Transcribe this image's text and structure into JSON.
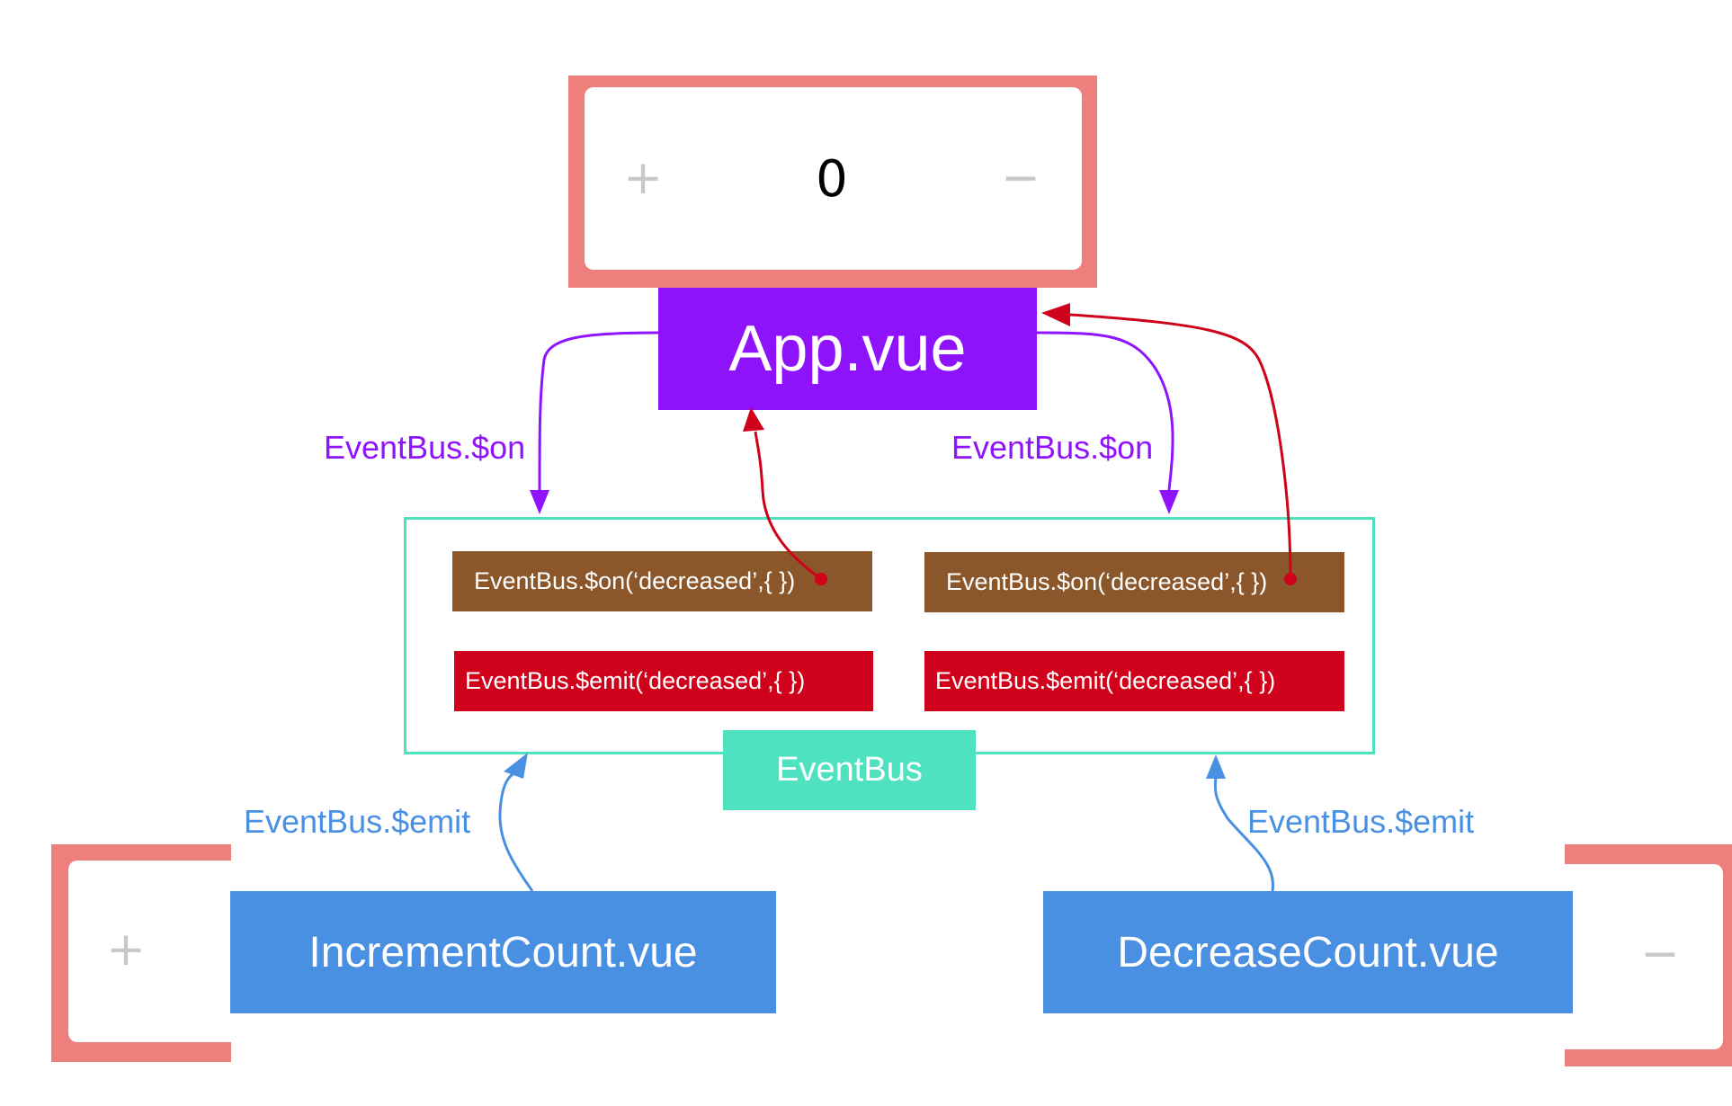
{
  "app_counter": {
    "plus_symbol": "+",
    "count": "0",
    "minus_symbol": "−"
  },
  "app_component": {
    "label": "App.vue"
  },
  "event_bus": {
    "label": "EventBus",
    "on_call_left": "EventBus.$on(‘decreased’,{ })",
    "on_call_right": "EventBus.$on(‘decreased’,{ })",
    "emit_call_left": "EventBus.$emit(‘decreased’,{ })",
    "emit_call_right": "EventBus.$emit(‘decreased’,{ })"
  },
  "arrow_labels": {
    "on_left": "EventBus.$on",
    "on_right": "EventBus.$on",
    "emit_left": "EventBus.$emit",
    "emit_right": "EventBus.$emit"
  },
  "increment_component": {
    "label": "IncrementCount.vue",
    "button_symbol": "+"
  },
  "decrease_component": {
    "label": "DecreaseCount.vue",
    "button_symbol": "−"
  },
  "colors": {
    "frame_salmon": "#ee7f7c",
    "app_purple": "#8f13fa",
    "bus_teal": "#4fe2c0",
    "on_brown": "#8b572a",
    "emit_red": "#d0011b",
    "component_blue": "#4a90e2",
    "on_arrow_purple": "#9013fe",
    "callback_arrow_red": "#d0021b",
    "emit_arrow_blue": "#4a90e2"
  }
}
